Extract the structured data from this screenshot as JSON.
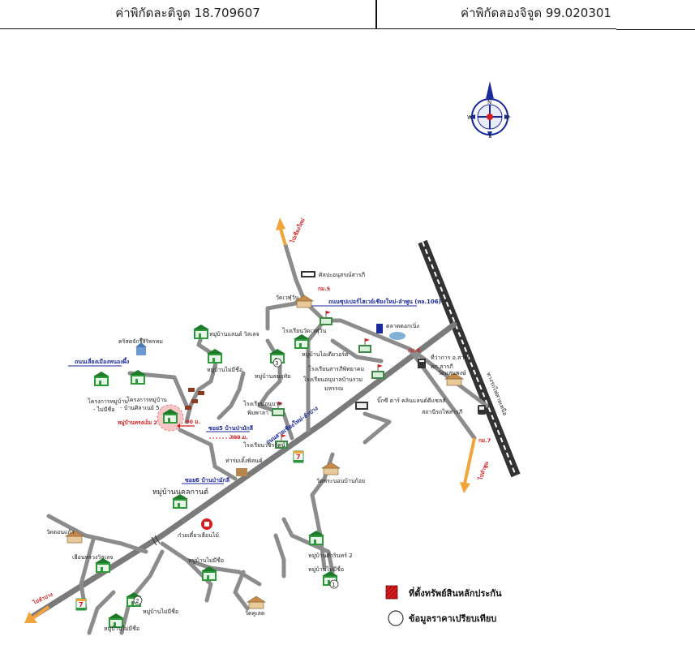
{
  "coordinates": {
    "latitude_label": "ค่าพิกัดละติจูด 18.709607",
    "longitude_label": "ค่าพิกัดลองจิจูด 99.020301"
  },
  "compass": {
    "n": "N",
    "s": "S",
    "e": "E",
    "w": "W"
  },
  "directions": {
    "to_chiangmai": "ไปเชียงใหม่",
    "to_lamphun": "ไปลำพูน",
    "to_lampang": "ไปลำปาง",
    "railway": "ทางรถไฟสายเหนือ"
  },
  "roads": {
    "superhighway": "ถนนซุปเปอร์ไฮเวย์เชียงใหม่-ลำพูน (ทล.106)",
    "bypass": "ถนนเลี่ยงเมืองหนองผึ้ง",
    "main_diagonal": "ถนนสายเชียงใหม่-ลำปาง",
    "soi5": "ซอย5 บ้านป่ามักลี",
    "soi6": "ซอย6 บ้านป่ามักลี"
  },
  "km": {
    "km5": "กม.5",
    "km6": "กม.6",
    "km7": "กม.7"
  },
  "distances": {
    "d90": "90 ม.",
    "d700": "700 ม."
  },
  "places": {
    "sculpture": "ศิลปะอนุสรณ์สารภี",
    "wat_top": "วัดเวฬุวัน",
    "school_1": "โรงเรียนวัดเวฬุวัน",
    "market": "ตลาดดอกเนิ่ง",
    "church": "คริสตจักรสิริพรหม",
    "village_1": "หมู่บ้านแลนด์ วิลเลจ",
    "village_2": "หมู่บ้านไม่มีชื่อ",
    "village_3": "หมู่บ้านลมอุทัย",
    "village_4": "หมู่บ้านไอเดียวอร์ต",
    "school_2": "โรงเรียนสารภีพิทยาคม",
    "school_3": "โรงเรียนอนุบาลบ้านรวม",
    "school_3b": "มหรรณ",
    "district_office": "ที่ว่าการ อ.สารภี",
    "district_office_b": "สภ.สารภี",
    "wat_right": "วัดแสนพงษ์",
    "project_1": "โครงการหมู่บ้าน",
    "project_1b": "- ไม่มีชื่อ",
    "project_2": "โครงการหมู่บ้าน",
    "project_2b": "- บ้านศิลาเนย์ 5 -",
    "subject_village": "หมู่บ้านทรงเอ็ม 2",
    "school_4": "โรงเรียนอนุบาล",
    "school_4b": "พิมพาลา",
    "bigc": "บิ๊กซี ดาร์ คลินแลนด์ดีแซลส์",
    "station": "สถานีรถไฟสารภี",
    "school_5": "โรงเรียนวชิรรัตน์",
    "shop": "ท่าร่มเดิ้งพิลนค์",
    "wat_bottom": "วัดพระนอนบ้านก้อย",
    "village_5": "หมู่บ้านนคลกานต์",
    "wat_left": "วัดดอนแก้ว",
    "noodle": "ก๋วยเตี๋ยวเฮือนไม้",
    "ruen": "เฮือนทรวงวิลเลจ",
    "village_6": "หมู่บ้านไม่มีชื่อ",
    "village_7": "หมู่บ้านศักรินทร์ 2",
    "village_8": "หมู่บ้านไม่มีชื่อ",
    "village_9": "หมู่บ้านไม่มีชื่อ",
    "village_10": "หมู่บ้านไม่มีชื่อ",
    "wat_bottom2": "วัดคูเลด"
  },
  "markers": {
    "m1": "1",
    "m2": "2",
    "m3": "3"
  },
  "legend": {
    "collateral": "ที่ตั้งทรัพย์สินหลักประกัน",
    "comparable": "ข้อมูลราคาเปรียบเทียบ"
  },
  "colors": {
    "road": "#8c8c8c",
    "arrow": "#f2a43b",
    "subject": "#d31f1f",
    "label_blue": "#1b2a9a",
    "icon_green": "#2e9a3c"
  }
}
